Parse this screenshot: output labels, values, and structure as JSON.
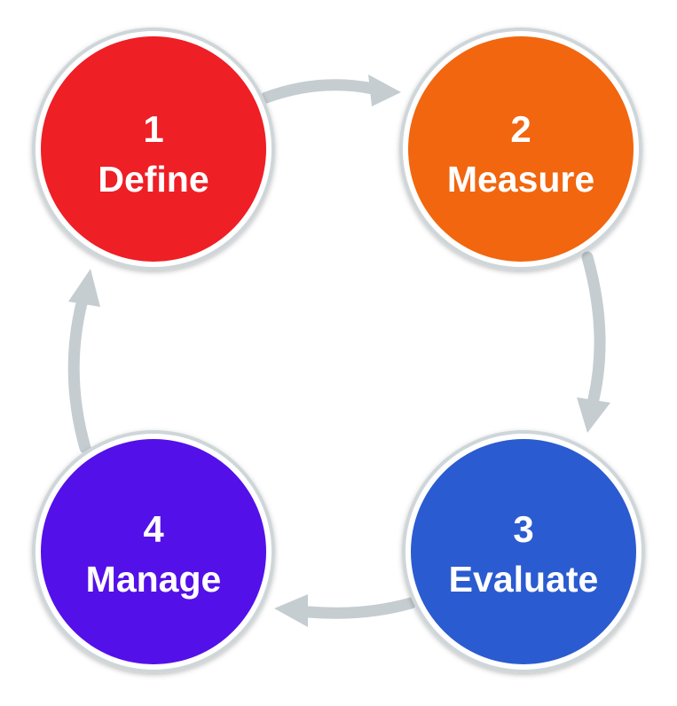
{
  "steps": [
    {
      "number": "1",
      "label": "Define",
      "color": "#ee1f25"
    },
    {
      "number": "2",
      "label": "Measure",
      "color": "#f1660f"
    },
    {
      "number": "3",
      "label": "Evaluate",
      "color": "#2b5bd0"
    },
    {
      "number": "4",
      "label": "Manage",
      "color": "#5410e8"
    }
  ],
  "arrow_color": "#c5cdd1",
  "ring_color": "#cfd6d9"
}
